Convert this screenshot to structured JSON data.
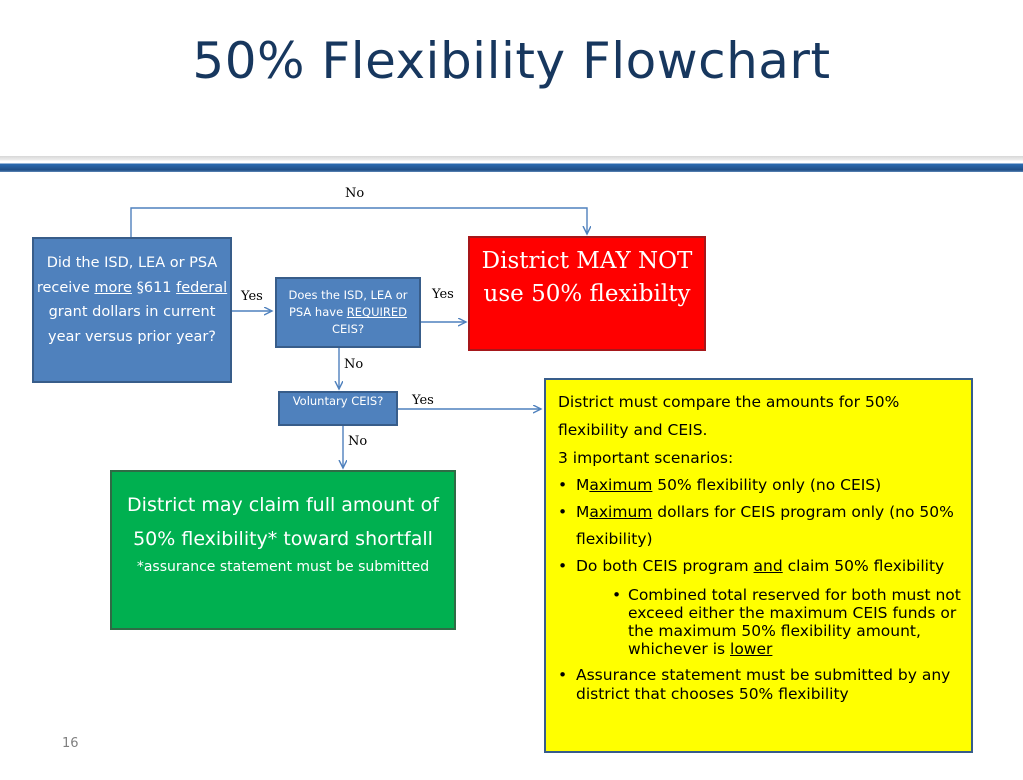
{
  "title": "50% Flexibility Flowchart",
  "page_number": "16",
  "colors": {
    "title": "#17375e",
    "question_box": "#4f81bd",
    "may_not_box": "#ff0000",
    "may_claim_box": "#00b050",
    "scenarios_box": "#ffff00",
    "connector": "#4f81bd"
  },
  "q1": {
    "text_a": "Did the ISD, LEA or PSA receive",
    "text_more": "more",
    "text_b": "§611",
    "text_federal": "federal",
    "text_c": "grant dollars in current year versus prior year?"
  },
  "q2": {
    "text_a": "Does the ISD, LEA or PSA have",
    "text_required": "REQUIRED",
    "text_b": "CEIS?"
  },
  "q3": {
    "text": "Voluntary CEIS?"
  },
  "may_not": {
    "text": "District MAY NOT use 50% flexibilty"
  },
  "may_claim": {
    "line1": "District may claim full amount of 50% flexibility* toward shortfall",
    "line2": "*assurance statement must be submitted"
  },
  "scenarios": {
    "intro": "District must compare the amounts for 50% flexibility and CEIS.",
    "heading": "3 important scenarios:",
    "b1_a": "M",
    "b1_u": "aximum",
    "b1_b": " 50% flexibility only (no CEIS)",
    "b2_a": "M",
    "b2_u": "aximum",
    "b2_b": " dollars for CEIS program only (no 50% flexibility)",
    "b3_a": "Do both CEIS program ",
    "b3_u": "and",
    "b3_b": " claim 50% flexibility",
    "sub_a": "Combined total reserved for both must not exceed either the maximum CEIS funds or the maximum 50% flexibility amount, whichever is ",
    "sub_u": "lower",
    "b4": "Assurance statement must be submitted by any district that chooses 50% flexibility",
    "bullet": "•"
  },
  "edge_labels": {
    "top_no": "No",
    "q1_yes": "Yes",
    "q2_yes": "Yes",
    "q2_no": "No",
    "q3_yes": "Yes",
    "q3_no": "No"
  }
}
